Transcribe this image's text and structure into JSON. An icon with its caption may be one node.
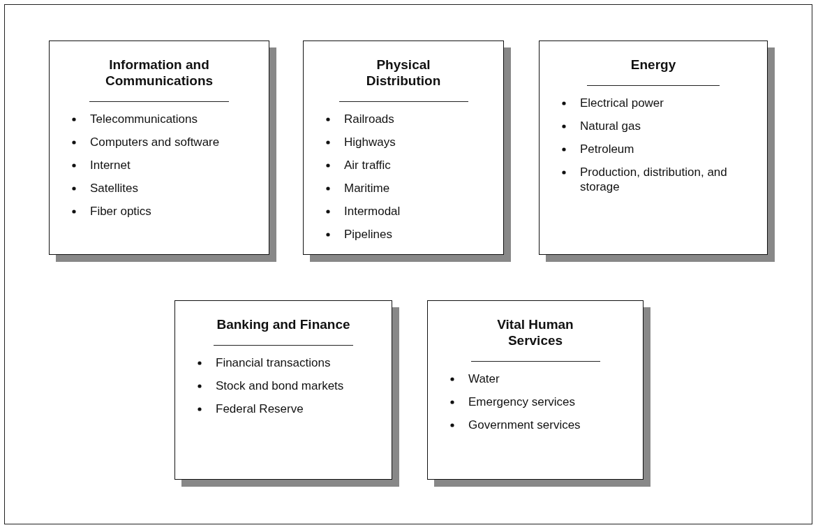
{
  "diagram": {
    "nodes": [
      {
        "text": [
          "Information and Communications",
          "Telecommunications",
          "Computers and software",
          "Internet",
          "Satellites",
          "Fiber optics"
        ]
      },
      {
        "text": [
          "Physical Distribution",
          "Railroads",
          "Highways",
          "Air traffic",
          "Maritime",
          "Intermodal",
          "Pipelines"
        ]
      },
      {
        "text": [
          "Energy",
          "Electrical power",
          "Natural gas",
          "Petroleum",
          "Production, distribution, and storage"
        ]
      },
      {
        "text": [
          "Banking and Finance",
          "Financial transactions",
          "Stock and bond markets",
          "Federal Reserve"
        ]
      },
      {
        "text": [
          "Vital Human Services",
          "Water",
          "Emergency services",
          "Government services"
        ]
      }
    ]
  }
}
